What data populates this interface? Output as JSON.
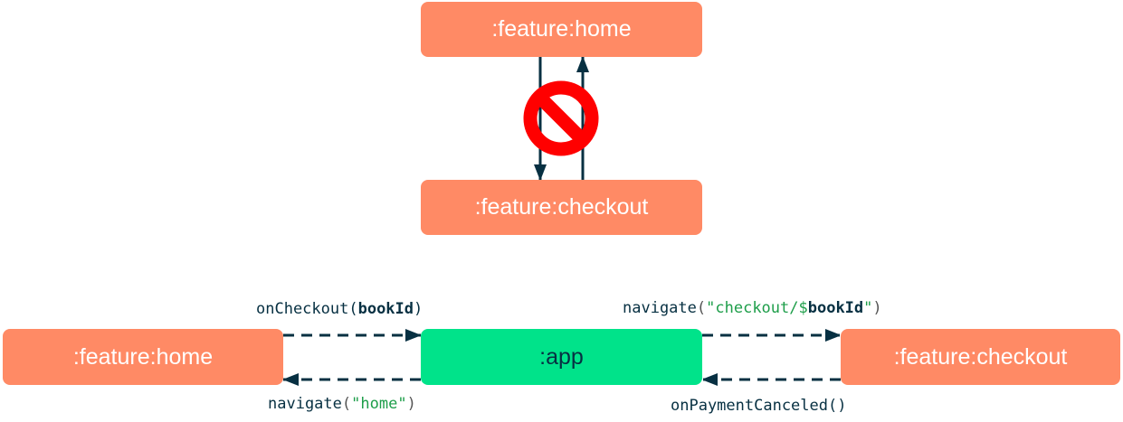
{
  "top": {
    "home": ":feature:home",
    "checkout": ":feature:checkout",
    "prohibited_icon": "no-entry-icon"
  },
  "bottom": {
    "home": ":feature:home",
    "app": ":app",
    "checkout": ":feature:checkout",
    "on_checkout": {
      "fn": "onCheckout(",
      "arg": "bookId",
      "close": ")"
    },
    "navigate_checkout": {
      "fn": "navigate",
      "open": "(",
      "str1": "\"checkout/$",
      "arg": "bookId",
      "str2": "\"",
      "close": ")"
    },
    "navigate_home": {
      "fn": "navigate",
      "open": "(",
      "str": "\"home\"",
      "close": ")"
    },
    "on_payment_canceled": "onPaymentCanceled()"
  },
  "colors": {
    "module": "#ff8a65",
    "app": "#00e38a",
    "arrow": "#073042",
    "prohibited": "#ff0000",
    "string": "#1e9e4a"
  }
}
